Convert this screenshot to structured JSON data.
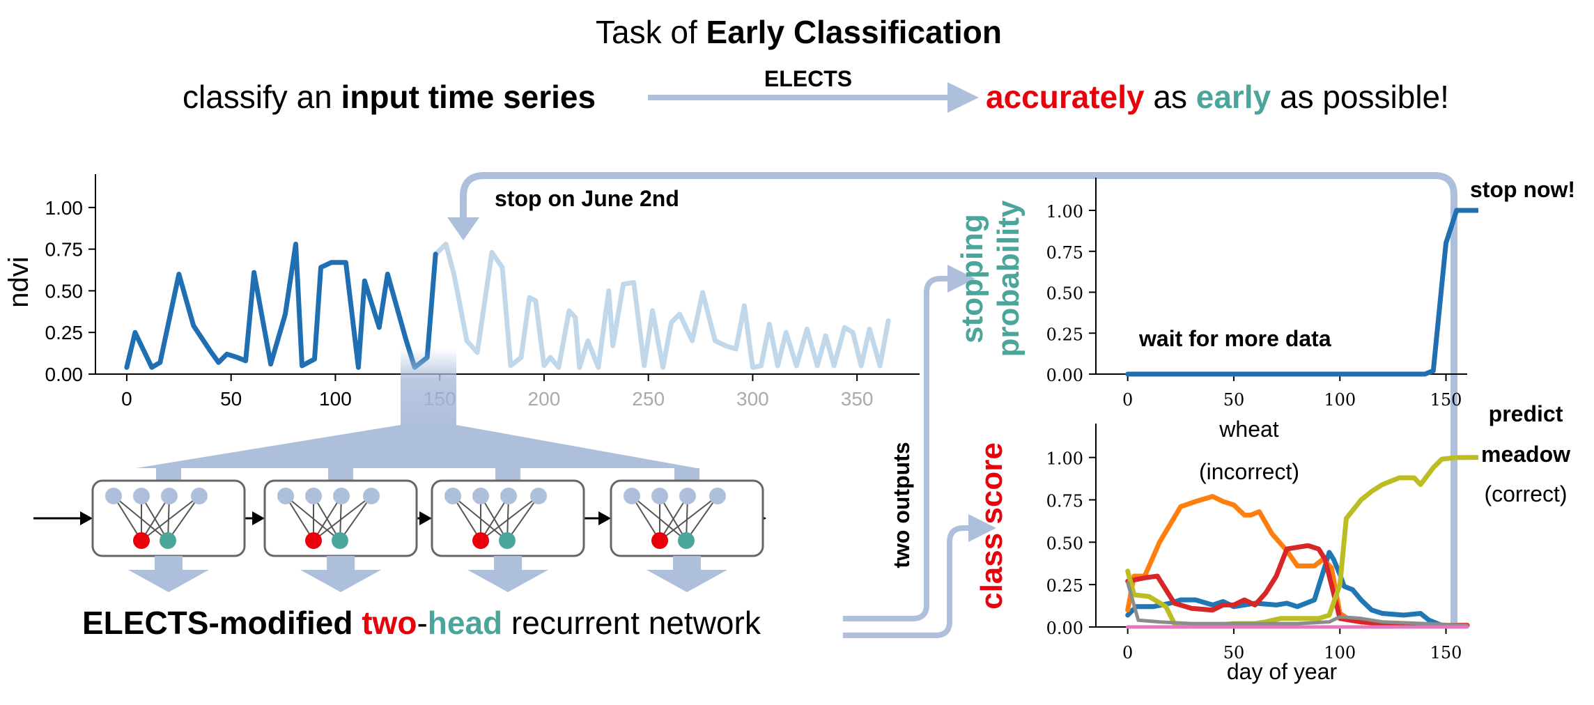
{
  "header": {
    "title_prefix": "Task of ",
    "title_bold": "Early Classification",
    "left_plain": "classify an ",
    "left_bold": "input time series",
    "arrow_label": "ELECTS",
    "right_red": "accurately",
    "right_mid": " as ",
    "right_teal": "early",
    "right_end": " as possible!"
  },
  "network": {
    "label_bold": "ELECTS-modified ",
    "label_red": "two",
    "label_dash": "-",
    "label_teal": "head",
    "label_end": " recurrent network",
    "two_outputs": "two outputs"
  },
  "annotations": {
    "stop_date": "stop on June 2nd",
    "stop_now": "stop now!",
    "wait": "wait for more data",
    "stopping_line1": "stopping",
    "stopping_line2": "probability",
    "class_word": "class",
    "score_word": "score",
    "wheat": "wheat",
    "incorrect": "(incorrect)",
    "predict": "predict",
    "meadow": "meadow",
    "correct": "(correct)"
  },
  "colors": {
    "red": "#e8000b",
    "teal": "#4aa59b",
    "arrow": "#aebfdc",
    "series_dark": "#1f6fb2",
    "series_light": "#c0d8ea"
  },
  "chart_data": [
    {
      "type": "line",
      "ylabel": "ndvi",
      "xlim": [
        -15,
        380
      ],
      "ylim": [
        0,
        1.2
      ],
      "xticks": [
        0,
        50,
        100,
        150,
        200,
        250,
        300,
        350
      ],
      "yticks": [
        "0.00",
        "0.25",
        "0.50",
        "0.75",
        "1.00"
      ],
      "stop_day": 152,
      "x": [
        0,
        4,
        12,
        16,
        25,
        32,
        40,
        44,
        48,
        53,
        57,
        61,
        69,
        76,
        81,
        84,
        90,
        93,
        98,
        105,
        111,
        114,
        121,
        125,
        134,
        138,
        144,
        148,
        153,
        157,
        163,
        168,
        175,
        180,
        184,
        189,
        193,
        196,
        200,
        203,
        207,
        212,
        215,
        217,
        221,
        226,
        231,
        233,
        238,
        243,
        248,
        252,
        257,
        261,
        265,
        271,
        276,
        282,
        287,
        292,
        296,
        300,
        304,
        308,
        312,
        316,
        321,
        326,
        331,
        335,
        339,
        344,
        348,
        352,
        356,
        361,
        365
      ],
      "y": [
        0.04,
        0.25,
        0.04,
        0.07,
        0.6,
        0.29,
        0.14,
        0.07,
        0.12,
        0.1,
        0.08,
        0.61,
        0.06,
        0.36,
        0.78,
        0.05,
        0.09,
        0.64,
        0.67,
        0.67,
        0.04,
        0.56,
        0.28,
        0.6,
        0.2,
        0.04,
        0.1,
        0.72,
        0.78,
        0.59,
        0.2,
        0.13,
        0.73,
        0.64,
        0.05,
        0.1,
        0.46,
        0.44,
        0.05,
        0.1,
        0.04,
        0.38,
        0.34,
        0.04,
        0.2,
        0.04,
        0.5,
        0.17,
        0.54,
        0.55,
        0.05,
        0.38,
        0.04,
        0.31,
        0.36,
        0.2,
        0.49,
        0.2,
        0.17,
        0.15,
        0.41,
        0.04,
        0.05,
        0.3,
        0.05,
        0.25,
        0.05,
        0.27,
        0.05,
        0.23,
        0.05,
        0.28,
        0.25,
        0.05,
        0.27,
        0.05,
        0.32
      ]
    },
    {
      "type": "line",
      "ylabel": "",
      "xlim": [
        -15,
        160
      ],
      "ylim": [
        0,
        1.2
      ],
      "xticks": [
        0,
        50,
        100,
        150
      ],
      "yticks": [
        "0.00",
        "0.25",
        "0.50",
        "0.75",
        "1.00"
      ],
      "series": [
        {
          "color": "#1f6fb2",
          "x": [
            0,
            140,
            144,
            150,
            155,
            160
          ],
          "y": [
            0,
            0,
            0.02,
            0.8,
            1.0,
            1.0
          ]
        }
      ]
    },
    {
      "type": "line",
      "xlabel": "day of year",
      "xlim": [
        -15,
        160
      ],
      "ylim": [
        0,
        1.2
      ],
      "xticks": [
        0,
        50,
        100,
        150
      ],
      "yticks": [
        "0.00",
        "0.25",
        "0.50",
        "0.75",
        "1.00"
      ],
      "series": [
        {
          "color": "#1f77b4",
          "x": [
            0,
            4,
            12,
            20,
            25,
            32,
            40,
            45,
            50,
            55,
            60,
            70,
            75,
            80,
            88,
            95,
            97,
            100,
            102,
            106,
            110,
            115,
            120,
            130,
            138,
            142,
            148,
            155,
            160
          ],
          "y": [
            0.07,
            0.12,
            0.12,
            0.14,
            0.16,
            0.16,
            0.13,
            0.15,
            0.12,
            0.13,
            0.14,
            0.13,
            0.14,
            0.12,
            0.16,
            0.44,
            0.4,
            0.31,
            0.24,
            0.22,
            0.16,
            0.1,
            0.08,
            0.07,
            0.08,
            0.04,
            0.01,
            0.01,
            0.01
          ]
        },
        {
          "color": "#ff7f0e",
          "x": [
            0,
            3,
            8,
            15,
            25,
            32,
            40,
            45,
            50,
            55,
            58,
            62,
            68,
            75,
            80,
            88,
            92,
            96,
            100,
            105,
            110,
            120,
            130,
            138,
            145,
            150,
            155,
            160
          ],
          "y": [
            0.1,
            0.3,
            0.3,
            0.5,
            0.71,
            0.74,
            0.77,
            0.74,
            0.72,
            0.66,
            0.66,
            0.68,
            0.55,
            0.45,
            0.36,
            0.36,
            0.4,
            0.35,
            0.08,
            0.04,
            0.03,
            0.02,
            0.02,
            0.01,
            0.01,
            0.01,
            0.01,
            0.01
          ]
        },
        {
          "color": "#d62728",
          "x": [
            0,
            8,
            14,
            18,
            22,
            30,
            40,
            45,
            50,
            55,
            60,
            65,
            70,
            75,
            80,
            85,
            90,
            93,
            96,
            100,
            105,
            110,
            120,
            130,
            140,
            150,
            160
          ],
          "y": [
            0.27,
            0.29,
            0.3,
            0.22,
            0.14,
            0.11,
            0.1,
            0.13,
            0.13,
            0.16,
            0.13,
            0.2,
            0.3,
            0.46,
            0.47,
            0.48,
            0.46,
            0.4,
            0.25,
            0.05,
            0.04,
            0.03,
            0.02,
            0.02,
            0.01,
            0.01,
            0.01
          ]
        },
        {
          "color": "#bcbd22",
          "x": [
            0,
            3,
            10,
            18,
            22,
            30,
            40,
            50,
            55,
            60,
            65,
            72,
            80,
            90,
            95,
            100,
            103,
            110,
            115,
            120,
            128,
            135,
            138,
            144,
            148,
            155,
            160
          ],
          "y": [
            0.33,
            0.19,
            0.18,
            0.12,
            0.02,
            0.01,
            0.01,
            0.02,
            0.02,
            0.02,
            0.03,
            0.05,
            0.05,
            0.05,
            0.07,
            0.25,
            0.64,
            0.75,
            0.8,
            0.84,
            0.88,
            0.88,
            0.84,
            0.94,
            0.99,
            1.0,
            1.0
          ]
        },
        {
          "color": "#8c8c8c",
          "x": [
            0,
            5,
            15,
            30,
            50,
            80,
            95,
            100,
            110,
            120,
            140,
            160
          ],
          "y": [
            0.26,
            0.04,
            0.03,
            0.02,
            0.02,
            0.02,
            0.03,
            0.06,
            0.05,
            0.03,
            0.02,
            0.01
          ]
        },
        {
          "color": "#e377c2",
          "x": [
            0,
            160
          ],
          "y": [
            0.0,
            0.0
          ]
        }
      ]
    }
  ]
}
